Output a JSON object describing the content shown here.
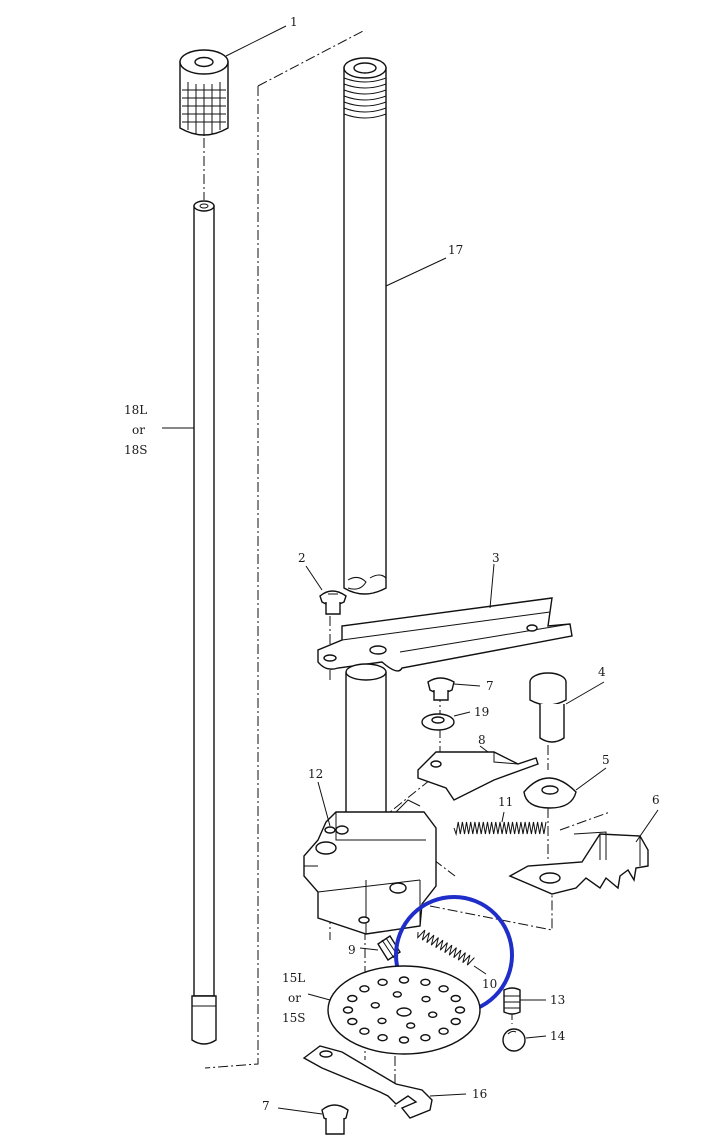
{
  "labels": {
    "p1": "1",
    "p2": "2",
    "p3": "3",
    "p4": "4",
    "p5": "5",
    "p6": "6",
    "p7a": "7",
    "p7b": "7",
    "p8": "8",
    "p9": "9",
    "p10": "10",
    "p11": "11",
    "p12": "12",
    "p13": "13",
    "p14": "14",
    "p15_a": "15L",
    "p15_b": "or",
    "p15_c": "15S",
    "p16": "16",
    "p17": "17",
    "p18_a": "18L",
    "p18_b": "or",
    "p18_c": "18S",
    "p19": "19"
  },
  "colors": {
    "line": "#111111",
    "highlight": "#1f2ec9",
    "background": "#ffffff"
  }
}
